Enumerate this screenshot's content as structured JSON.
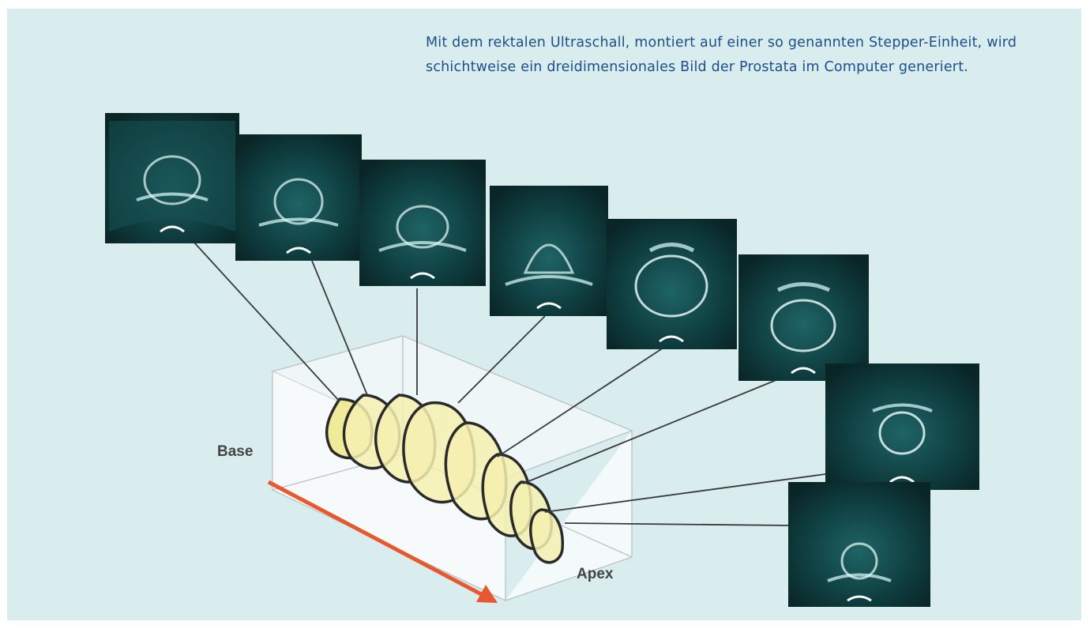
{
  "caption": "Mit dem rektalen Ultraschall, montiert auf einer so genannten Stepper-Einheit, wird schichtweise ein dreidimensionales Bild der Prostata im Computer generiert.",
  "labels": {
    "base": "Base",
    "apex": "Apex"
  },
  "colors": {
    "panel_background": "#d9ecee",
    "caption_text": "#1d4f8a",
    "arrow": "#e8582f",
    "slice_fill": "#f4f0b0",
    "ultrasound_bg": "#0d3a3c"
  },
  "ultrasound_slices_count": 8
}
